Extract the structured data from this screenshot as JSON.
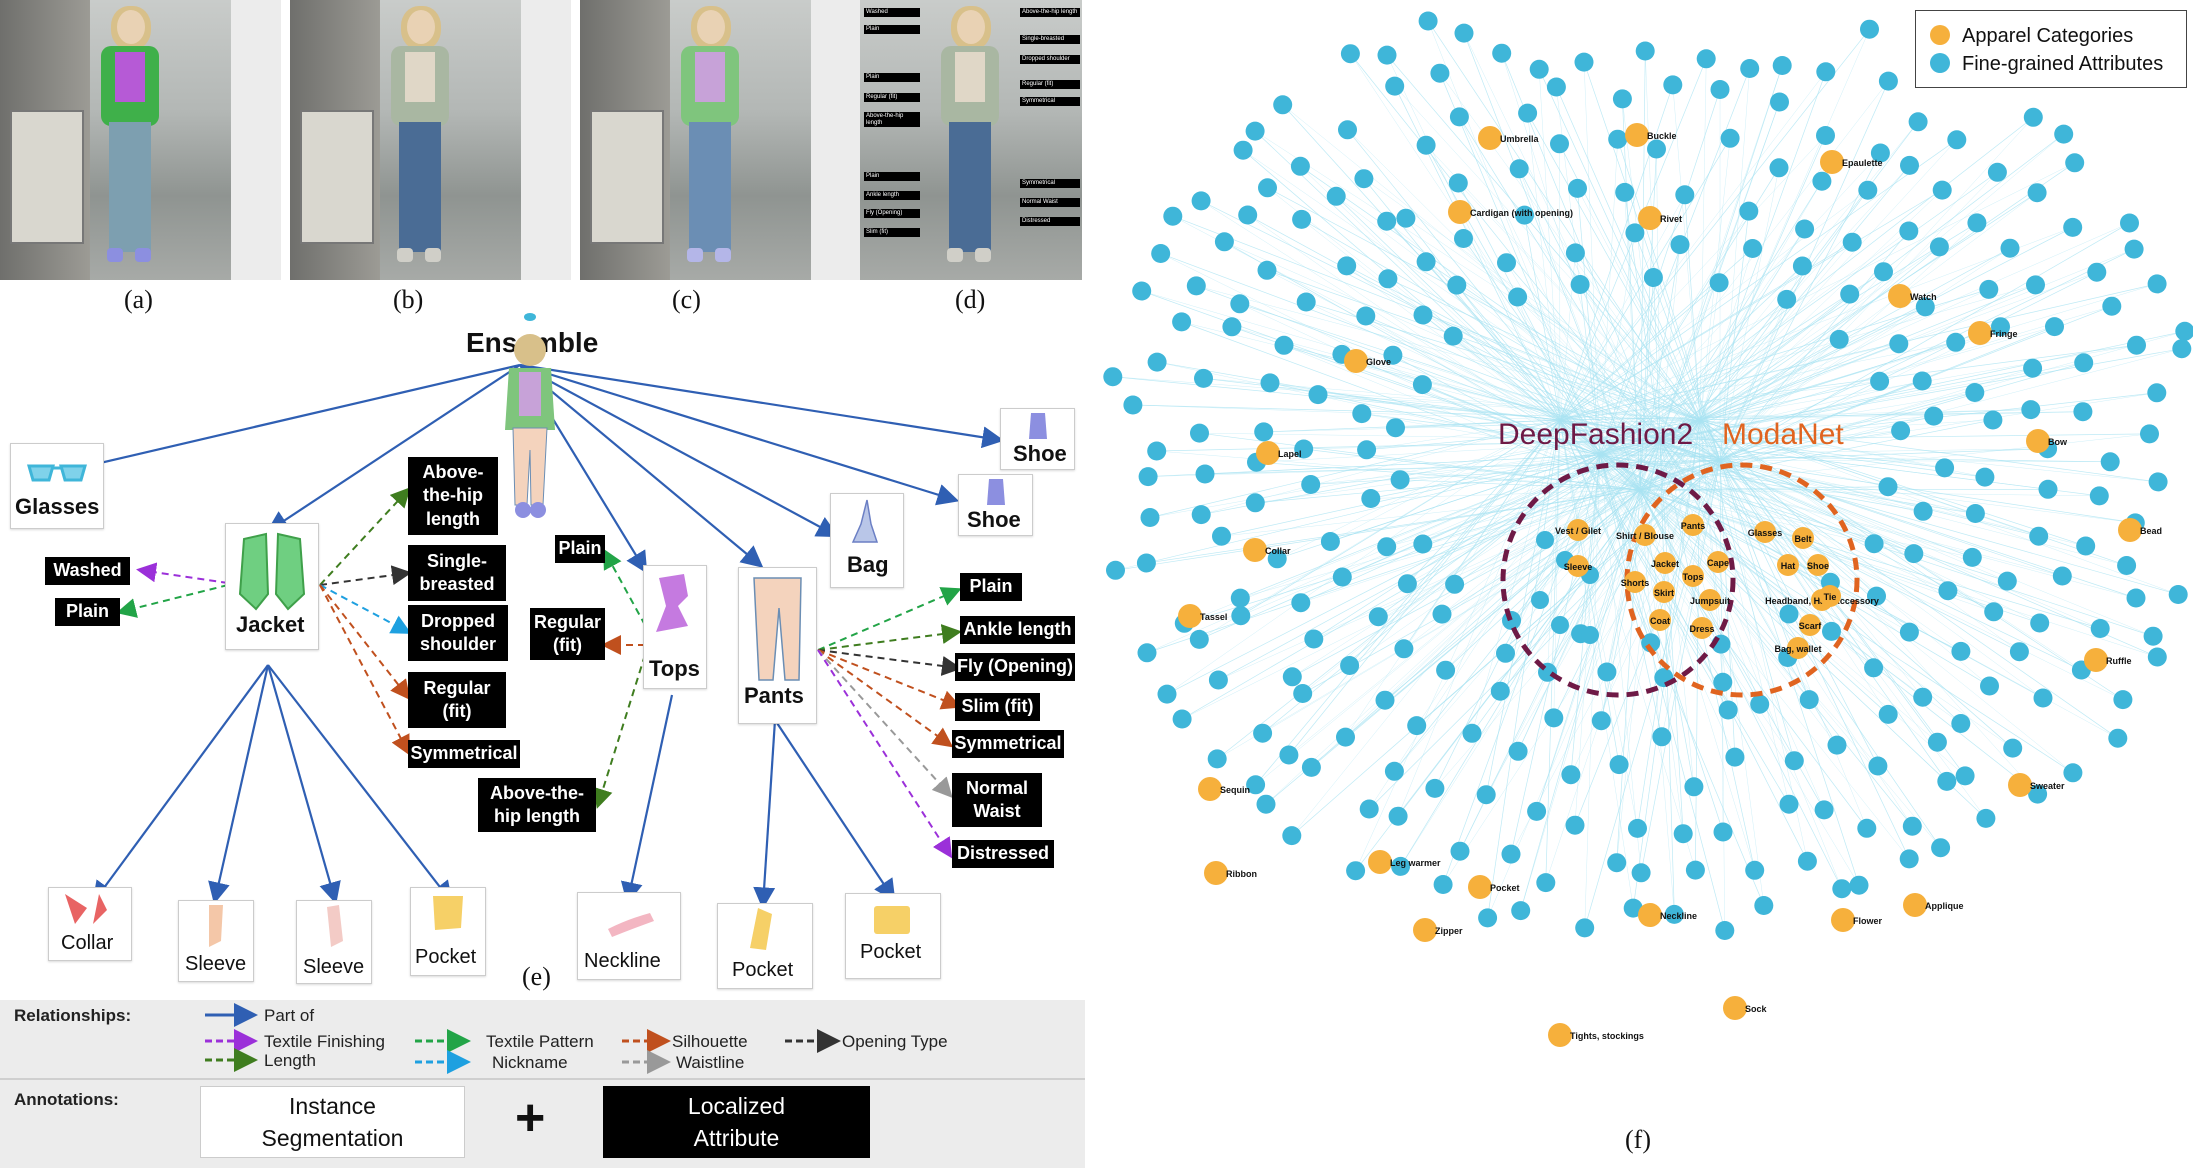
{
  "photo_captions": [
    "(a)",
    "(b)",
    "(c)",
    "(d)"
  ],
  "photo_d_labels": {
    "left": [
      "Washed",
      "Plain",
      "Plain",
      "Regular (fit)",
      "Above-the-hip length",
      "Plain",
      "Ankle length",
      "Fly (Opening)",
      "Slim (fit)"
    ],
    "right": [
      "Above-the-hip length",
      "Single-breasted",
      "Dropped shoulder",
      "Regular (fit)",
      "Symmetrical",
      "Symmetrical",
      "Normal Waist",
      "Distressed"
    ]
  },
  "tree": {
    "root": "Ensemble",
    "glasses": "Glasses",
    "jacket": "Jacket",
    "tops": "Tops",
    "pants": "Pants",
    "bag": "Bag",
    "shoe1": "Shoe",
    "shoe2": "Shoe",
    "jacket_left_attrs": [
      "Washed",
      "Plain"
    ],
    "jacket_right_attrs": [
      "Above-the-hip length",
      "Single-breasted",
      "Dropped shoulder",
      "Regular (fit)",
      "Symmetrical"
    ],
    "tops_attrs": [
      "Plain",
      "Regular (fit)",
      "Above-the-hip length"
    ],
    "pants_attrs": [
      "Plain",
      "Ankle length",
      "Fly (Opening)",
      "Slim (fit)",
      "Symmetrical",
      "Normal Waist",
      "Distressed"
    ],
    "jacket_parts": [
      "Collar",
      "Sleeve",
      "Sleeve",
      "Pocket"
    ],
    "tops_parts": [
      "Neckline"
    ],
    "pants_parts": [
      "Pocket",
      "Pocket"
    ],
    "caption": "(e)"
  },
  "legend": {
    "relationships_title": "Relationships:",
    "items": [
      {
        "label": "Part of",
        "color": "#2f5fb3"
      },
      {
        "label": "Textile Finishing",
        "color": "#9b30d9"
      },
      {
        "label": "Length",
        "color": "#3f7d1f"
      },
      {
        "label": "Textile Pattern",
        "color": "#22a447"
      },
      {
        "label": "Nickname",
        "color": "#1ea0e0"
      },
      {
        "label": "Silhouette",
        "color": "#c0501e"
      },
      {
        "label": "Waistline",
        "color": "#999999"
      },
      {
        "label": "Opening Type",
        "color": "#333333"
      }
    ],
    "annotations_title": "Annotations:",
    "instance_seg": "Instance Segmentation",
    "plus": "+",
    "localized_attr": "Localized Attribute"
  },
  "network": {
    "legend_categories": "Apparel Categories",
    "legend_attributes": "Fine-grained Attributes",
    "deepfashion_label": "DeepFashion2",
    "modanet_label": "ModaNet",
    "caption": "(f)",
    "colors": {
      "category": "#f6b03c",
      "attribute": "#3fb6d9",
      "edge": "#a9e3f2",
      "deepfashion": "#6e1a46",
      "modanet": "#e06420"
    },
    "outer_categories": [
      "Umbrella",
      "Buckle",
      "Epaulette",
      "Cardigan (with opening)",
      "Rivet",
      "Watch",
      "Fringe",
      "Glove",
      "Bow",
      "Lapel",
      "Bead",
      "Collar",
      "Tassel",
      "Ruffle",
      "Sequin",
      "Ribbon",
      "Sweater",
      "Leg warmer",
      "Pocket",
      "Zipper",
      "Applique",
      "Neckline",
      "Flower",
      "Tights, stockings",
      "Sock"
    ],
    "deepfashion_categories": [
      "Vest / Gilet",
      "Sleeve",
      "Shirt / Blouse",
      "Pants",
      "Jacket",
      "Cape",
      "Shorts",
      "Skirt",
      "Tops",
      "Jumpsuit",
      "Coat",
      "Dress"
    ],
    "modanet_categories": [
      "Glasses",
      "Belt",
      "Hat",
      "Shoe",
      "Headband, Hair Accessory",
      "Tie",
      "Scarf",
      "Bag, wallet"
    ]
  }
}
